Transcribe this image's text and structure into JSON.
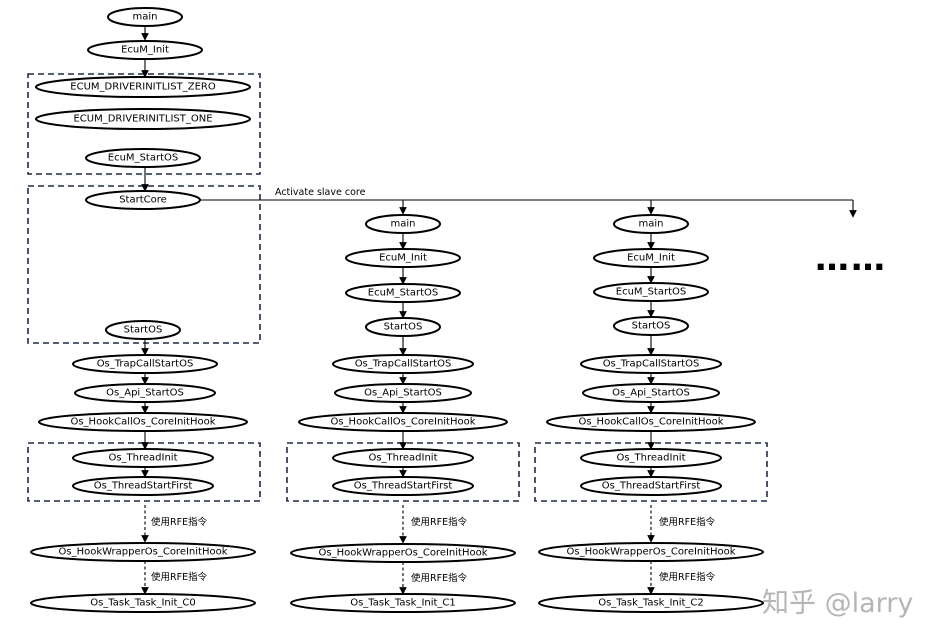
{
  "nodes": {
    "c0_main": "main",
    "c0_ecum_init": "EcuM_Init",
    "c0_list_zero": "ECUM_DRIVERINITLIST_ZERO",
    "c0_list_one": "ECUM_DRIVERINITLIST_ONE",
    "c0_ecum_startos": "EcuM_StartOS",
    "c0_startcore": "StartCore",
    "c0_startos": "StartOS",
    "c0_trapcall": "Os_TrapCallStartOS",
    "c0_api_startos": "Os_Api_StartOS",
    "c0_hookcall": "Os_HookCallOs_CoreInitHook",
    "c0_threadinit": "Os_ThreadInit",
    "c0_threadstartfirst": "Os_ThreadStartFirst",
    "c0_hookwrapper": "Os_HookWrapperOs_CoreInitHook",
    "c0_task_init": "Os_Task_Task_Init_C0",
    "c1_main": "main",
    "c1_ecum_init": "EcuM_Init",
    "c1_ecum_startos": "EcuM_StartOS",
    "c1_startos": "StartOS",
    "c1_trapcall": "Os_TrapCallStartOS",
    "c1_api_startos": "Os_Api_StartOS",
    "c1_hookcall": "Os_HookCallOs_CoreInitHook",
    "c1_threadinit": "Os_ThreadInit",
    "c1_threadstartfirst": "Os_ThreadStartFirst",
    "c1_hookwrapper": "Os_HookWrapperOs_CoreInitHook",
    "c1_task_init": "Os_Task_Task_Init_C1",
    "c2_main": "main",
    "c2_ecum_init": "EcuM_Init",
    "c2_ecum_startos": "EcuM_StartOS",
    "c2_startos": "StartOS",
    "c2_trapcall": "Os_TrapCallStartOS",
    "c2_api_startos": "Os_Api_StartOS",
    "c2_hookcall": "Os_HookCallOs_CoreInitHook",
    "c2_threadinit": "Os_ThreadInit",
    "c2_threadstartfirst": "Os_ThreadStartFirst",
    "c2_hookwrapper": "Os_HookWrapperOs_CoreInitHook",
    "c2_task_init": "Os_Task_Task_Init_C2"
  },
  "labels": {
    "activate_slave_core": "Activate slave core",
    "rfe_c0_a": "使用RFE指令",
    "rfe_c0_b": "使用RFE指令",
    "rfe_c1_a": "使用RFE指令",
    "rfe_c1_b": "使用RFE指令",
    "rfe_c2_a": "使用RFE指令",
    "rfe_c2_b": "使用RFE指令",
    "more_cores": "……",
    "watermark": "知乎 @larry"
  },
  "colors": {
    "stroke": "#000000",
    "group_border": "#1f2a44",
    "watermark": "#b5b5b5"
  }
}
